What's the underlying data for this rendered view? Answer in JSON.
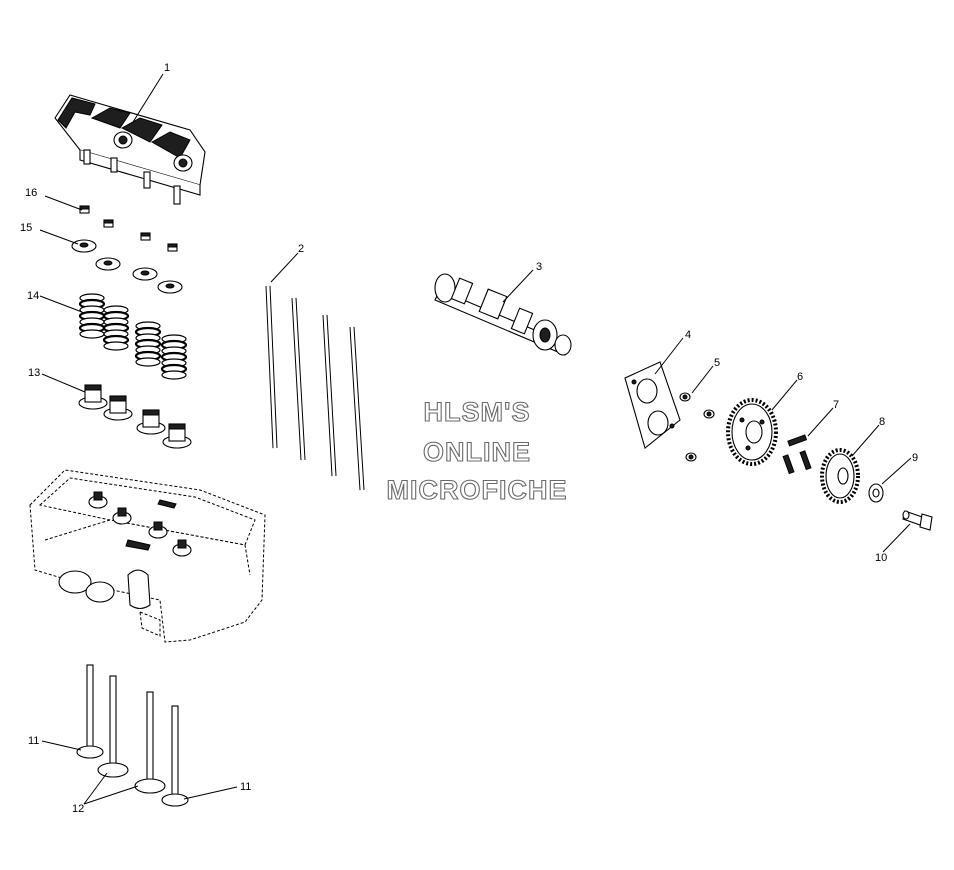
{
  "watermark": {
    "line1": "HLSM'S",
    "line2": "ONLINE",
    "line3": "MICROFICHE"
  },
  "callouts": {
    "c1": "1",
    "c2": "2",
    "c3": "3",
    "c4": "4",
    "c5": "5",
    "c6": "6",
    "c7": "7",
    "c8": "8",
    "c9": "9",
    "c10": "10",
    "c11a": "11",
    "c11b": "11",
    "c12": "12",
    "c13": "13",
    "c14": "14",
    "c15": "15",
    "c16": "16"
  }
}
